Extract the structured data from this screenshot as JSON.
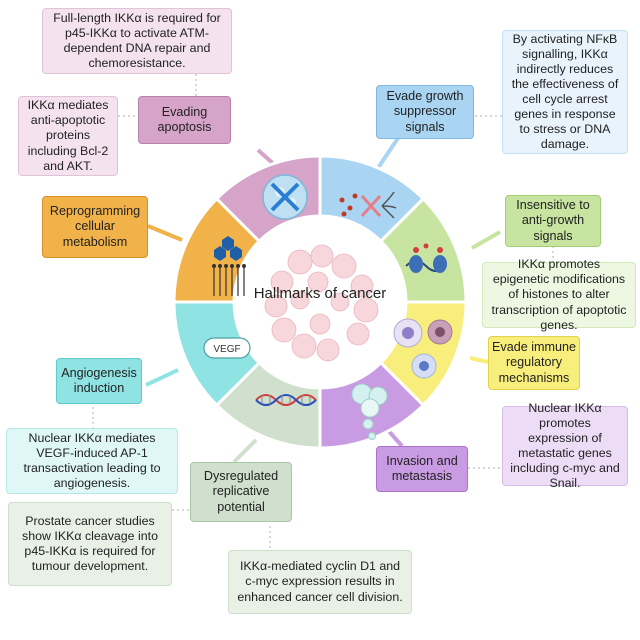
{
  "center": {
    "title": "Hallmarks of cancer"
  },
  "hallmarks": {
    "evading_apoptosis": "Evading apoptosis",
    "evade_growth_suppressor": "Evade growth suppressor signals",
    "insensitive_anti_growth": "Insensitive to anti-growth signals",
    "evade_immune": "Evade immune regulatory mechanisms",
    "invasion_metastasis": "Invasion and metastasis",
    "dysregulated_replicative": "Dysregulated replicative potential",
    "angiogenesis": "Angiogenesis induction",
    "reprogramming_metabolism": "Reprogramming cellular metabolism"
  },
  "notes": {
    "apoptosis_full_length": "Full-length IKKα is required for p45-IKKα to activate ATM-dependent DNA repair and chemoresistance.",
    "apoptosis_anti_apoptotic": "IKKα mediates anti-apoptotic proteins including Bcl-2 and AKT.",
    "growth_suppressor": "By activating NFκB signalling, IKKα indirectly reduces the effectiveness of cell cycle arrest genes in response to stress or DNA damage.",
    "anti_growth": "IKKα promotes epigenetic modifications of histones to alter transcription of apoptotic genes.",
    "invasion": "Nuclear IKKα promotes expression of metastatic genes including c-myc and Snail.",
    "replicative_prostate": "Prostate cancer studies show IKKα cleavage into p45-IKKα is required for tumour development.",
    "replicative_cyclin": "IKKα-mediated cyclin D1 and c-myc expression results in enhanced cancer cell division.",
    "angiogenesis": "Nuclear IKKα mediates VEGF-induced AP-1 transactivation leading to angiogenesis."
  },
  "icons": {
    "vegf_label": "VEGF"
  },
  "colors": {
    "apoptosis": "#d6a3c9",
    "growth_suppressor": "#a9d4f2",
    "anti_growth": "#c7e5a0",
    "immune": "#f7ee7c",
    "invasion": "#c99be3",
    "replicative": "#cfe0cc",
    "angiogenesis": "#8fe3e3",
    "metabolism": "#f2b24a"
  }
}
